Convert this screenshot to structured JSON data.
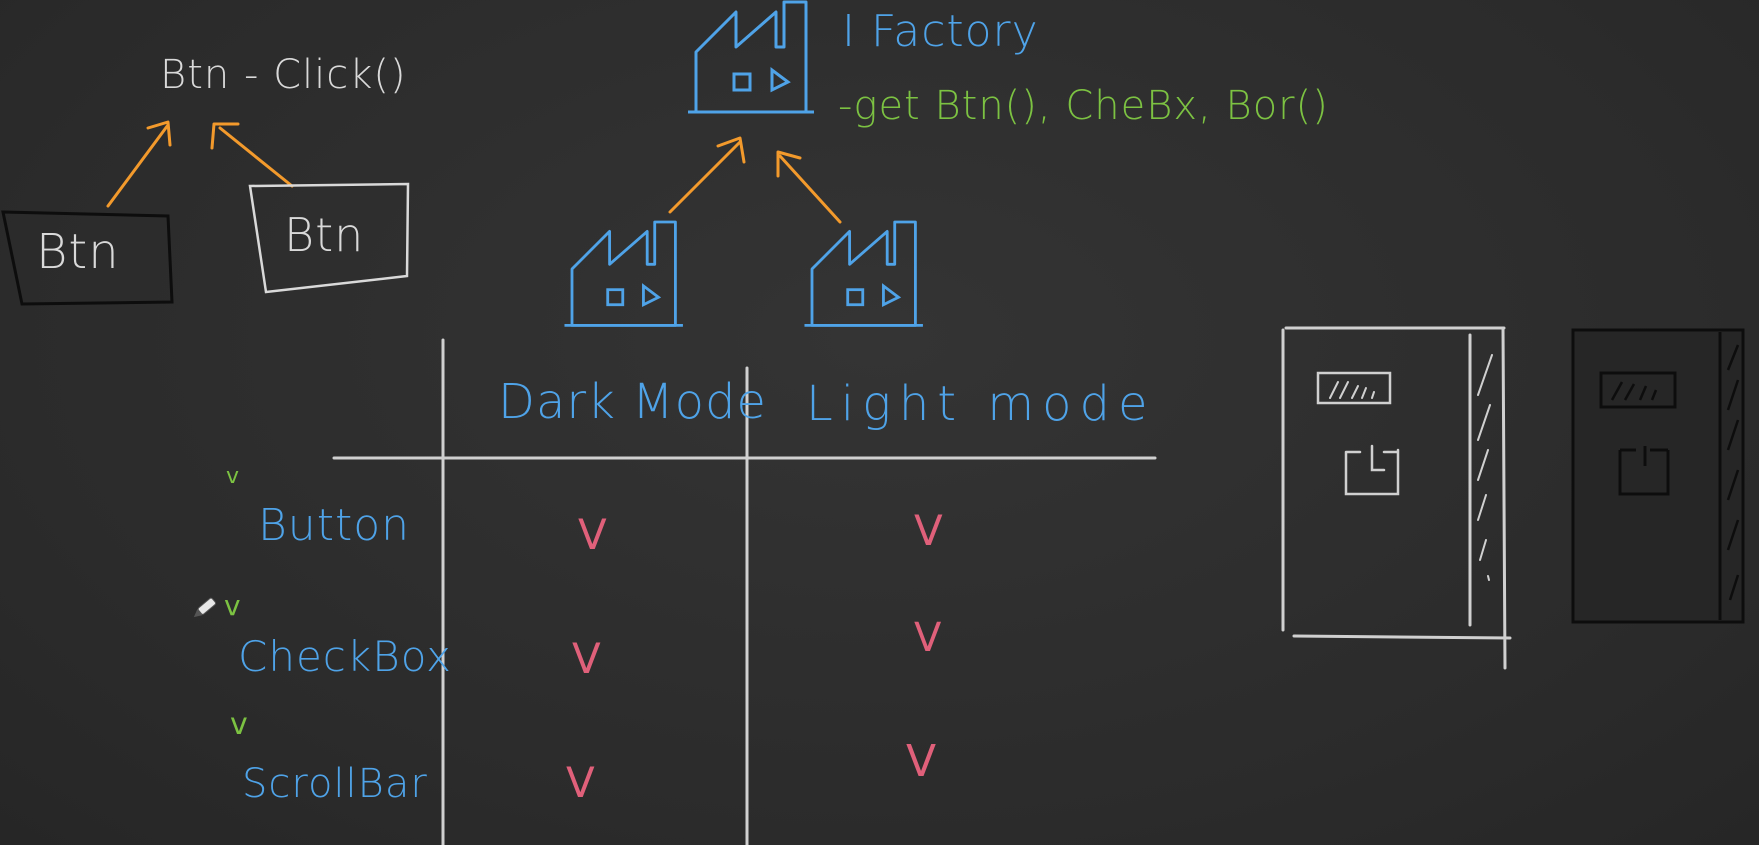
{
  "colors": {
    "background": "#2e2e2e",
    "chalk_white": "#d9d9d9",
    "blue": "#4fa3e8",
    "orange": "#f39a2c",
    "green": "#7cc242",
    "pink": "#e0607a"
  },
  "interface_btn": {
    "label": "Btn - Click()"
  },
  "impl_btn_dark": {
    "label": "Btn"
  },
  "impl_btn_light": {
    "label": "Btn"
  },
  "factory": {
    "title": "I Factory",
    "methods": "-get Btn(), CheBx, Bor()"
  },
  "table": {
    "columns": [
      "Dark Mode",
      "Light mode"
    ],
    "rows": [
      "Button",
      "CheckBox",
      "ScrollBar"
    ],
    "cells": [
      [
        "V",
        "V"
      ],
      [
        "V",
        "V"
      ],
      [
        "V",
        "V"
      ]
    ],
    "row_checks": [
      "v",
      "v",
      "v"
    ]
  },
  "icons": [
    "factory-icon",
    "dark-mode-factory-icon",
    "light-mode-factory-icon",
    "pen-cursor-icon"
  ]
}
